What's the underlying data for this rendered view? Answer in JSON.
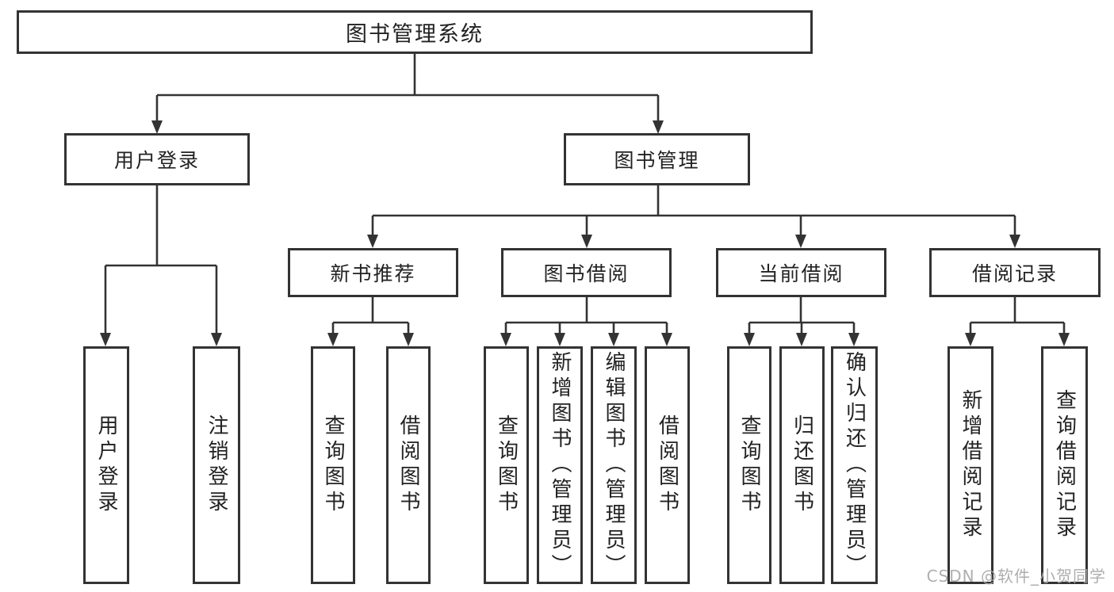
{
  "diagram": {
    "root": {
      "label": "图书管理系统"
    },
    "level2": [
      {
        "label": "用户登录"
      },
      {
        "label": "图书管理"
      }
    ],
    "level3": [
      {
        "label": "新书推荐",
        "parent": "图书管理"
      },
      {
        "label": "图书借阅",
        "parent": "图书管理"
      },
      {
        "label": "当前借阅",
        "parent": "图书管理"
      },
      {
        "label": "借阅记录",
        "parent": "图书管理"
      }
    ],
    "leaves": [
      {
        "label": "用户登录",
        "parent": "用户登录"
      },
      {
        "label": "注销登录",
        "parent": "用户登录"
      },
      {
        "label": "查询图书",
        "parent": "新书推荐"
      },
      {
        "label": "借阅图书",
        "parent": "新书推荐"
      },
      {
        "label": "查询图书",
        "parent": "图书借阅"
      },
      {
        "label": "新增图书（管理员）",
        "parent": "图书借阅"
      },
      {
        "label": "编辑图书（管理员）",
        "parent": "图书借阅"
      },
      {
        "label": "借阅图书",
        "parent": "图书借阅"
      },
      {
        "label": "查询图书",
        "parent": "当前借阅"
      },
      {
        "label": "归还图书",
        "parent": "当前借阅"
      },
      {
        "label": "确认归还（管理员）",
        "parent": "当前借阅"
      },
      {
        "label": "新增借阅记录",
        "parent": "借阅记录"
      },
      {
        "label": "查询借阅记录",
        "parent": "借阅记录"
      }
    ]
  },
  "watermark": {
    "text": "CSDN @软件_小贺同学"
  },
  "colors": {
    "line": "#333333",
    "border": "#333333",
    "text": "#222222",
    "watermark": "#a8a8a8",
    "background": "#ffffff"
  }
}
